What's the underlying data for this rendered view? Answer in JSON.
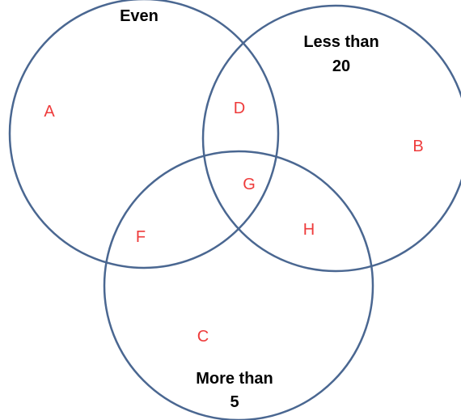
{
  "diagram": {
    "type": "venn-3",
    "colors": {
      "circle_stroke": "#4a6791",
      "set_label": "#000000",
      "region_label": "#ee3b3b",
      "background": "#ffffff"
    },
    "sets": [
      {
        "id": "even",
        "label_lines": [
          "Even"
        ]
      },
      {
        "id": "less-than-20",
        "label_lines": [
          "Less than",
          "20"
        ]
      },
      {
        "id": "more-than-5",
        "label_lines": [
          "More than",
          "5"
        ]
      }
    ],
    "regions": [
      {
        "id": "a",
        "label": "A"
      },
      {
        "id": "b",
        "label": "B"
      },
      {
        "id": "c",
        "label": "C"
      },
      {
        "id": "d",
        "label": "D"
      },
      {
        "id": "f",
        "label": "F"
      },
      {
        "id": "g",
        "label": "G"
      },
      {
        "id": "h",
        "label": "H"
      }
    ]
  }
}
